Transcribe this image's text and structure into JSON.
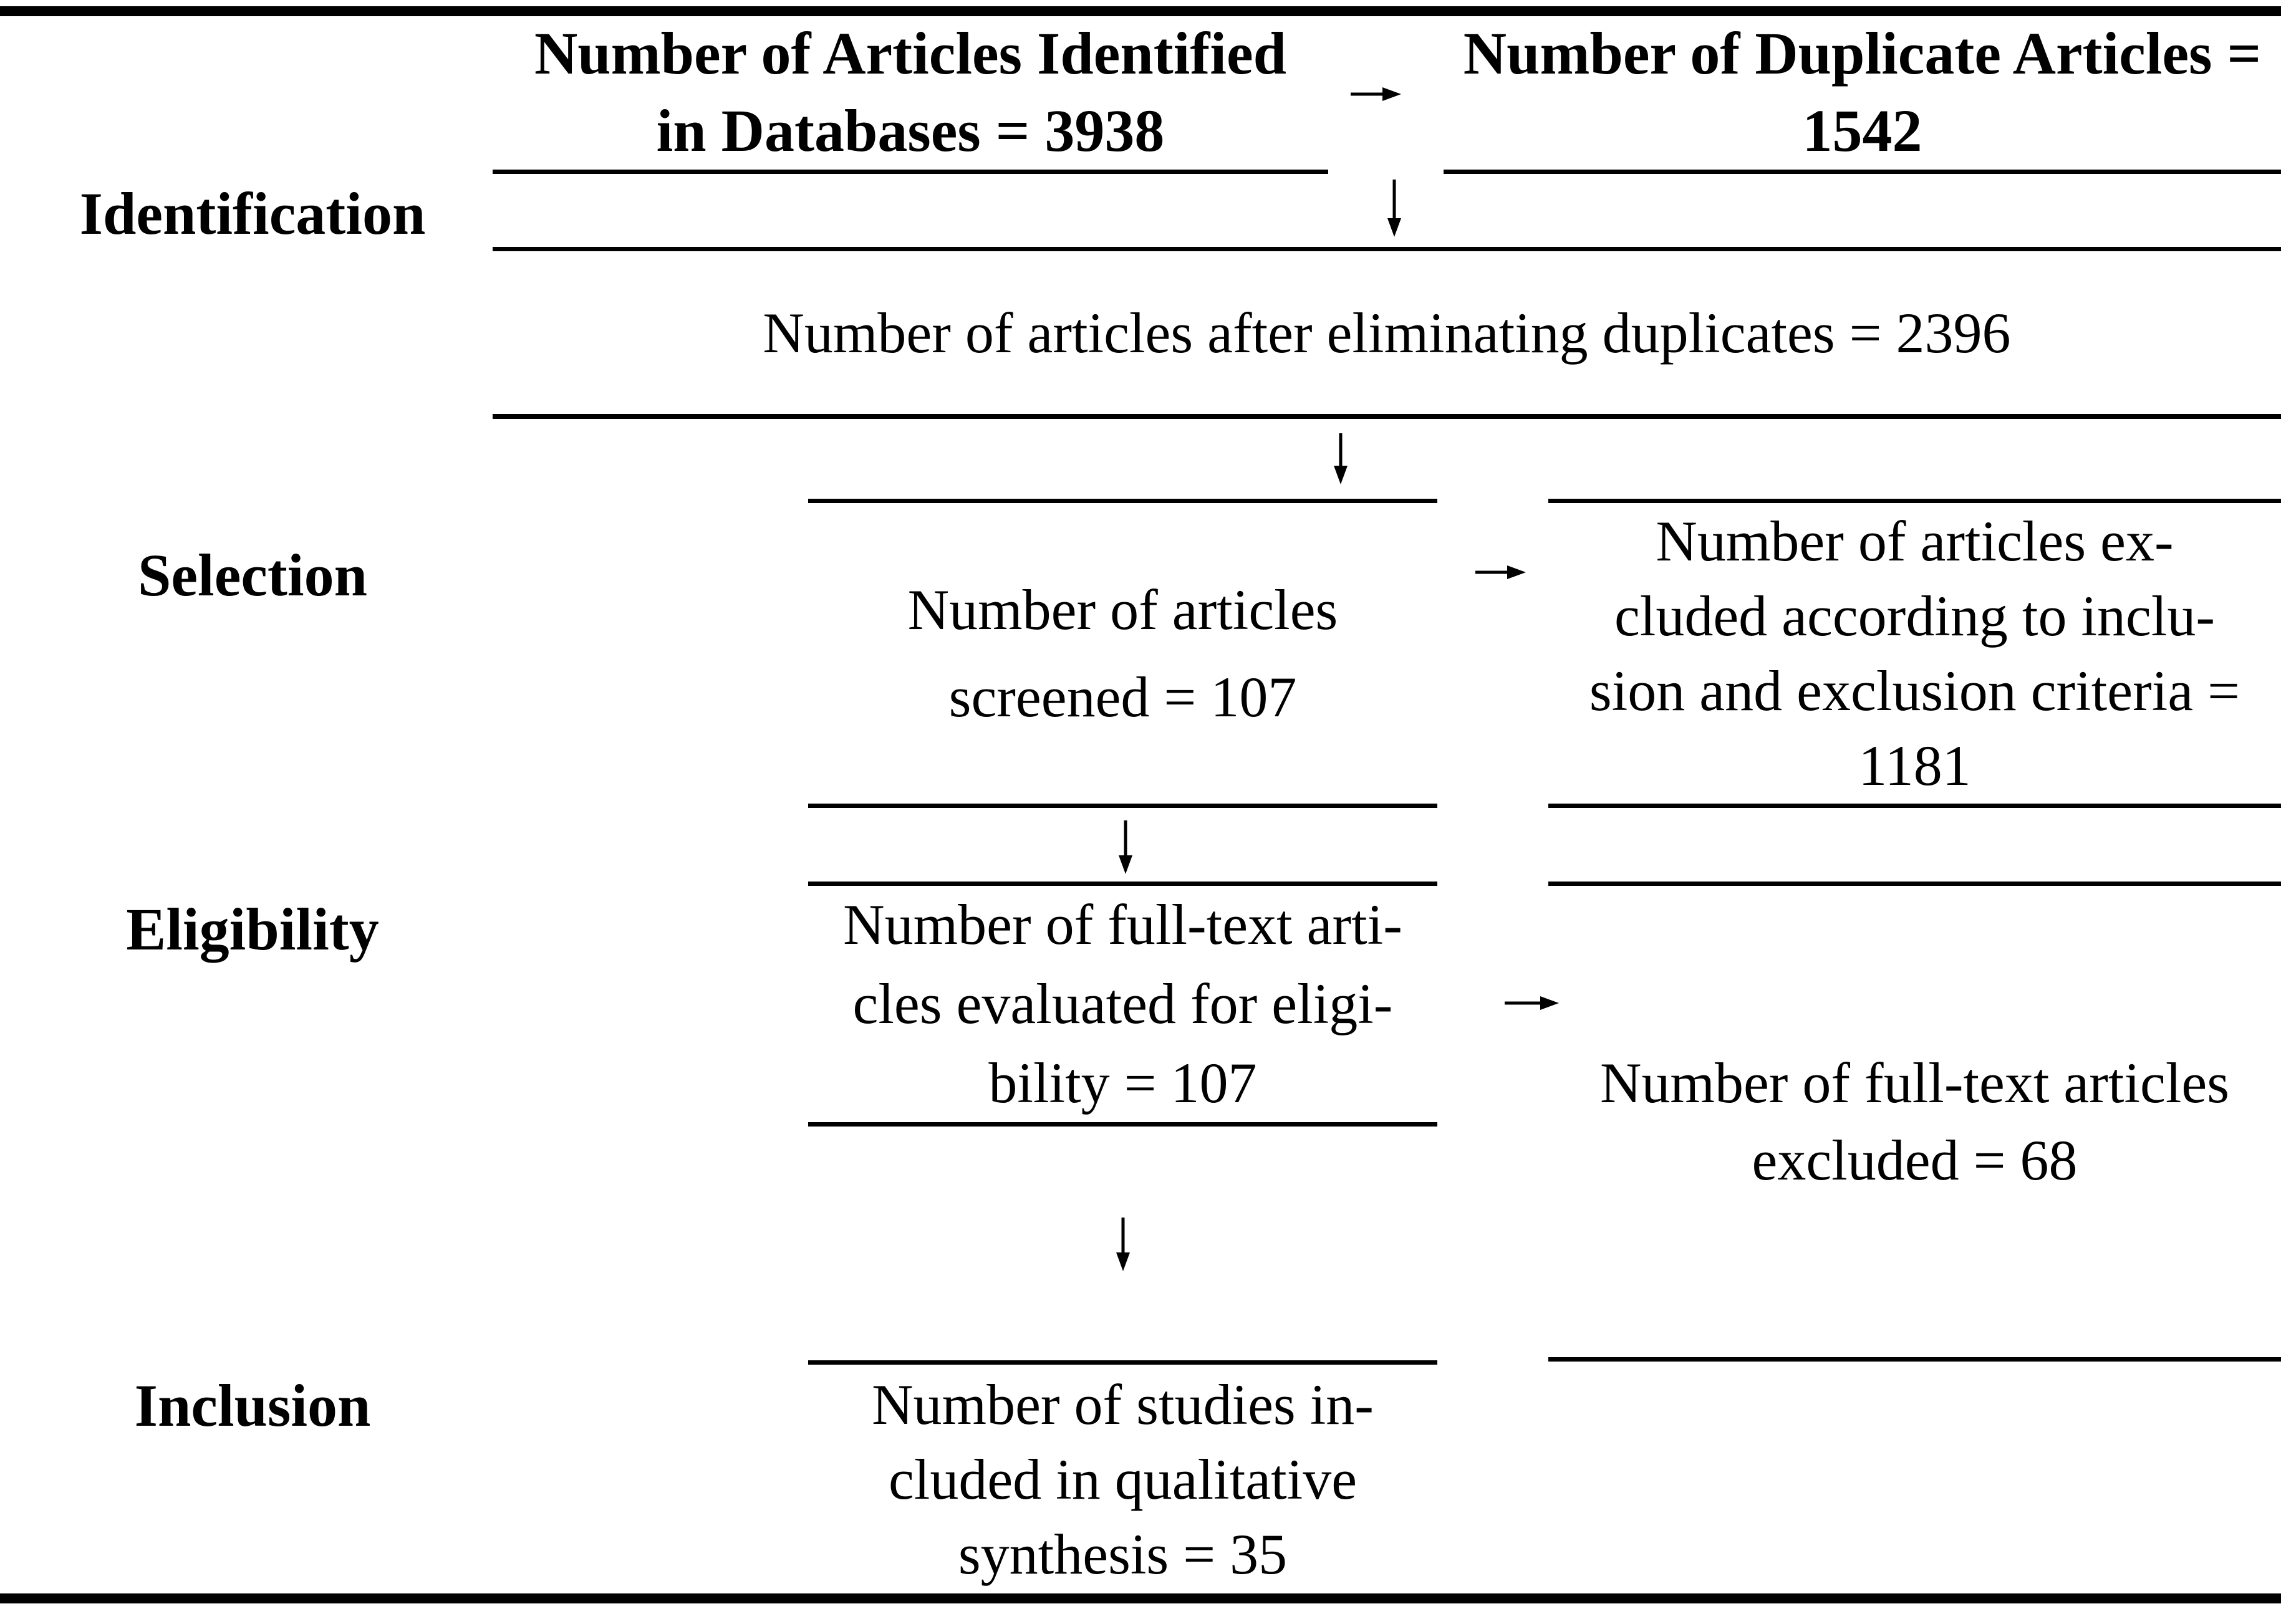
{
  "figure": {
    "type": "prisma-flow",
    "stages": [
      {
        "label": "Identification"
      },
      {
        "label": "Selection"
      },
      {
        "label": "Eligibility"
      },
      {
        "label": "Inclusion"
      }
    ],
    "boxes": {
      "identified": {
        "lines": [
          "Number of Articles Identified",
          "in Databases = 3938"
        ]
      },
      "duplicates": {
        "lines": [
          "Number of Duplicate Articles =",
          "1542"
        ]
      },
      "after_duplicates": {
        "lines": [
          "Number of articles after eliminating duplicates = 2396"
        ]
      },
      "screened": {
        "lines": [
          "Number of articles",
          "screened = 107"
        ]
      },
      "excluded_criteria": {
        "lines": [
          "Number of articles ex-",
          "cluded according to inclu-",
          "sion and exclusion criteria =",
          "1181"
        ]
      },
      "fulltext_evaluated": {
        "lines": [
          "Number of full-text arti-",
          "cles evaluated for eligi-",
          "bility = 107"
        ]
      },
      "fulltext_excluded": {
        "lines": [
          "Number of full-text articles",
          "excluded = 68"
        ]
      },
      "included": {
        "lines": [
          "Number of studies in-",
          "cluded in qualitative",
          "synthesis = 35"
        ]
      }
    },
    "values": {
      "identified": 3938,
      "duplicates": 1542,
      "after_duplicates": 2396,
      "screened": 107,
      "excluded_criteria": 1181,
      "fulltext_evaluated": 107,
      "fulltext_excluded": 68,
      "included": 35
    },
    "connections": [
      {
        "from": "identified",
        "to": "duplicates",
        "direction": "right"
      },
      {
        "from": "identified",
        "to": "after_duplicates",
        "direction": "down"
      },
      {
        "from": "after_duplicates",
        "to": "screened",
        "direction": "down"
      },
      {
        "from": "screened",
        "to": "excluded_criteria",
        "direction": "right"
      },
      {
        "from": "screened",
        "to": "fulltext_evaluated",
        "direction": "down"
      },
      {
        "from": "fulltext_evaluated",
        "to": "fulltext_excluded",
        "direction": "right"
      },
      {
        "from": "fulltext_evaluated",
        "to": "included",
        "direction": "down"
      }
    ],
    "colors": {
      "ink": "#000000",
      "paper": "#ffffff"
    }
  }
}
